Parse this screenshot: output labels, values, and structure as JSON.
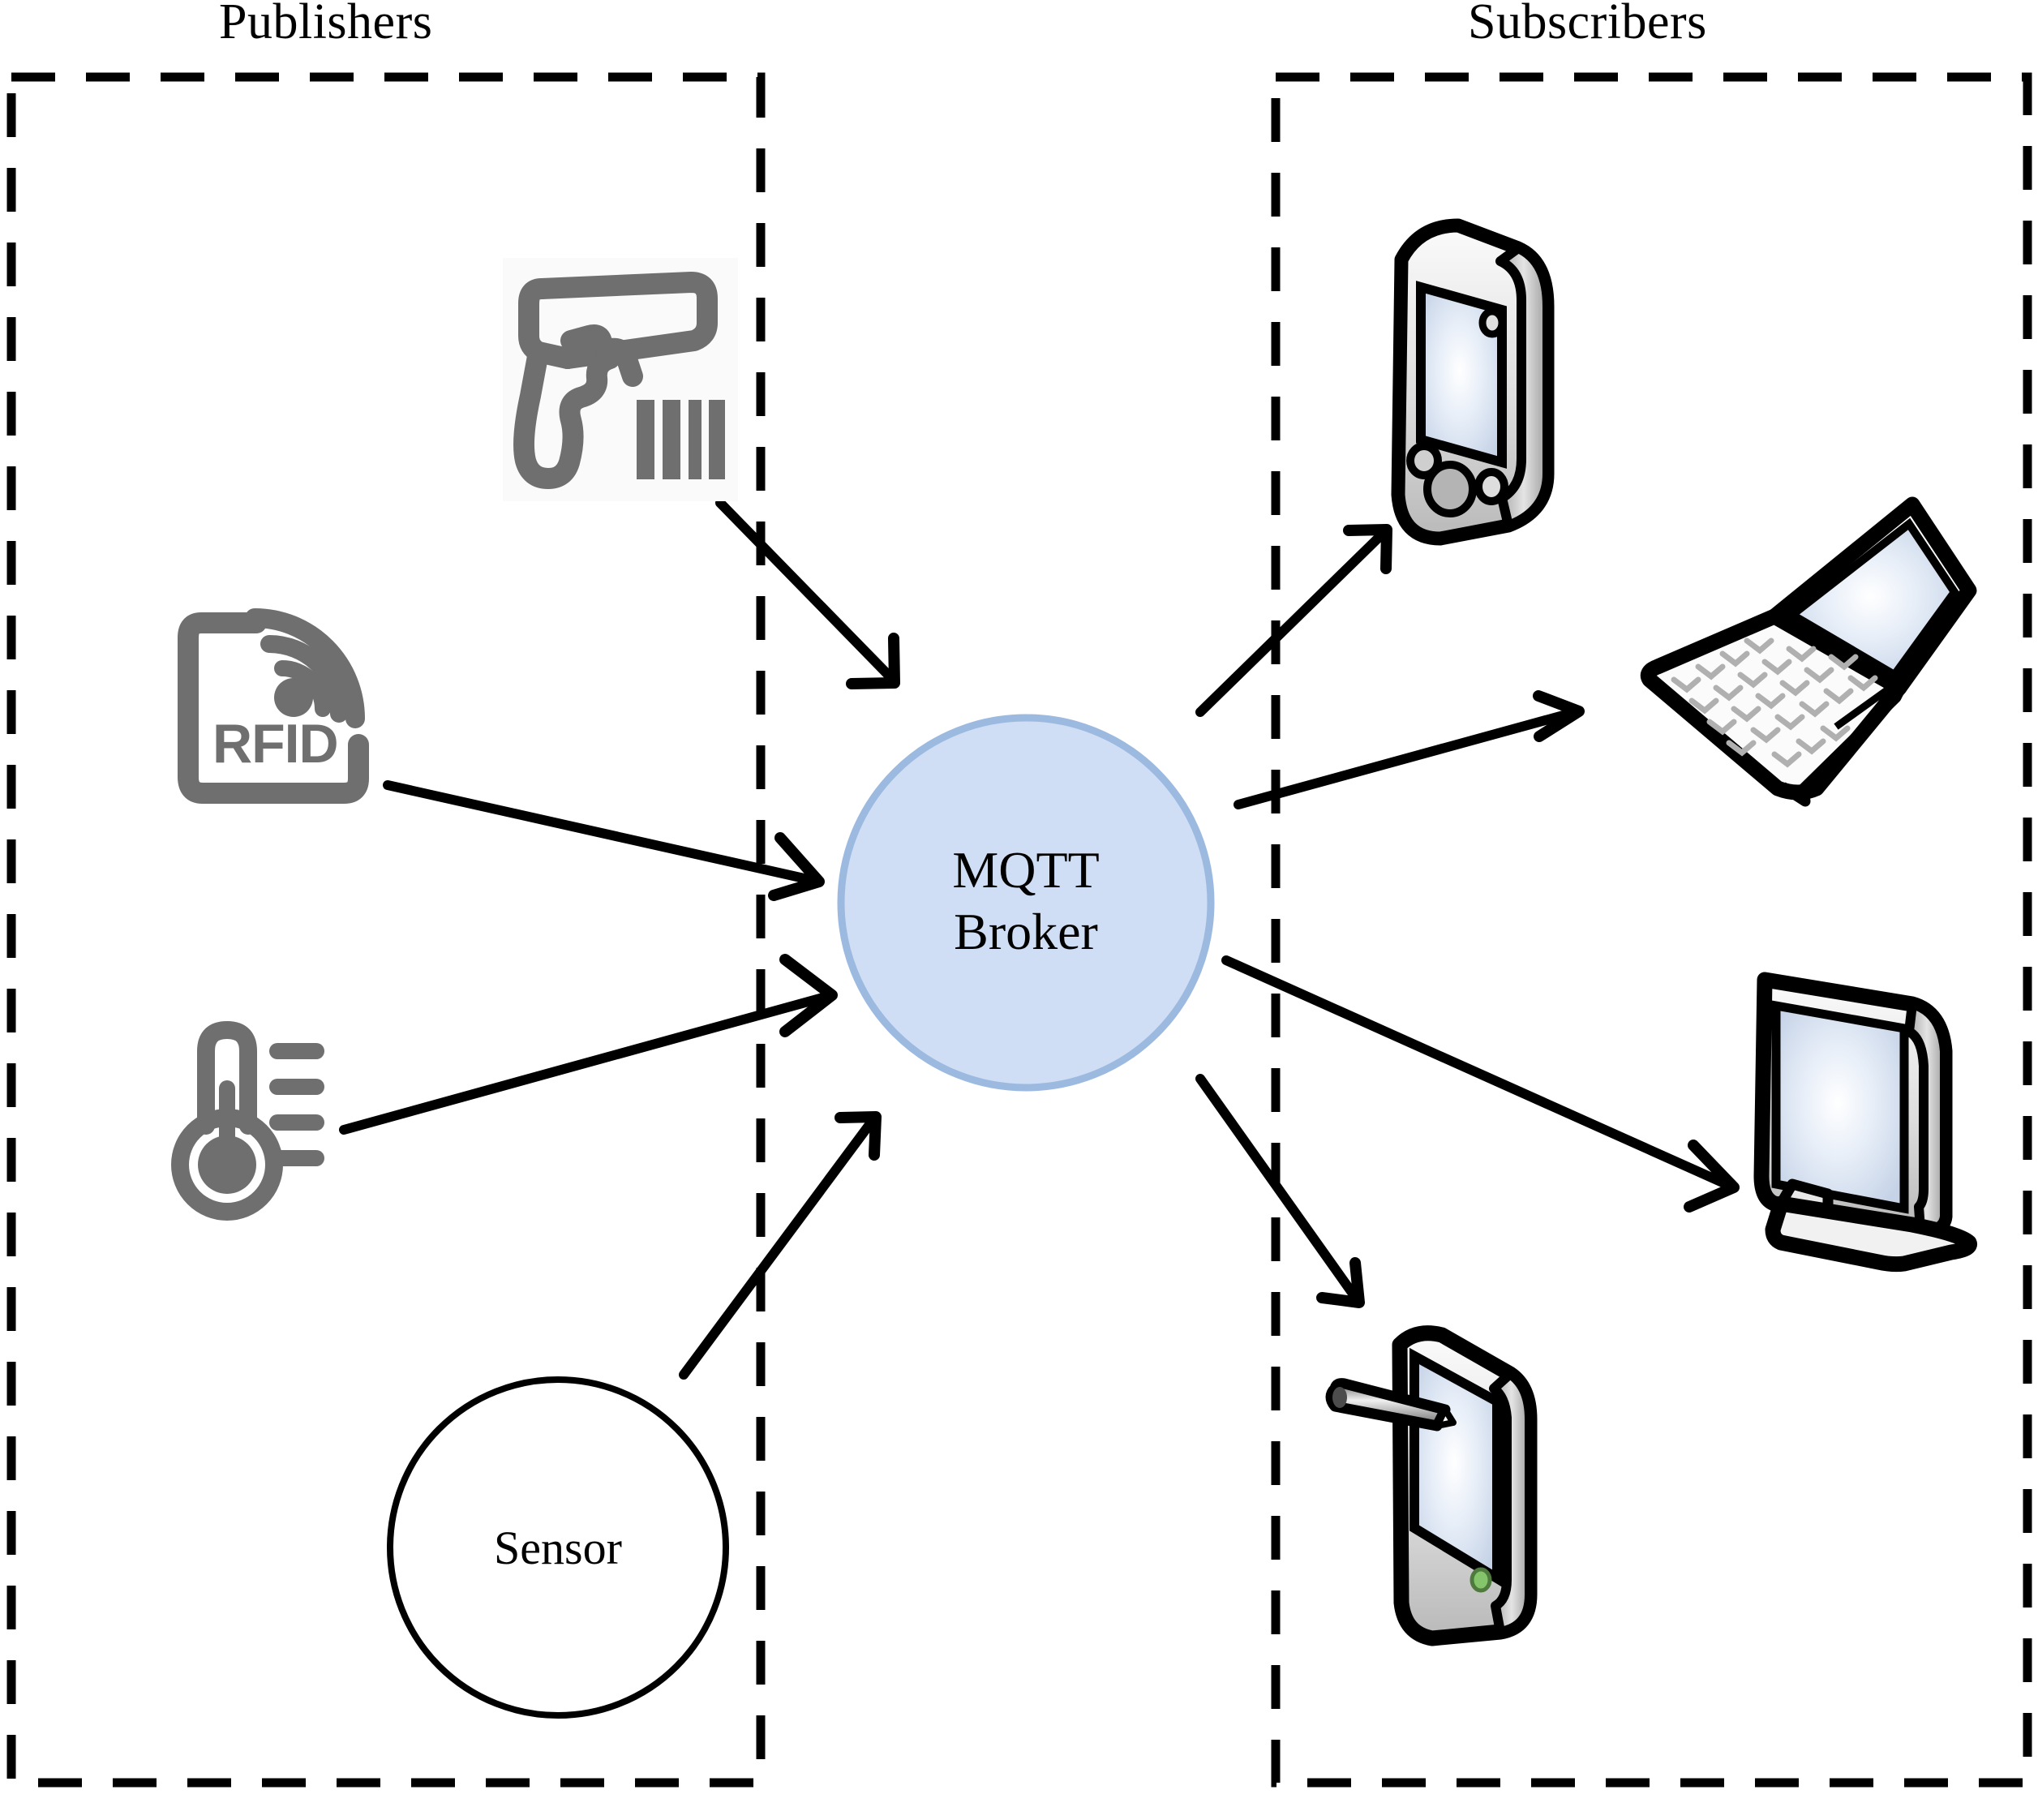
{
  "diagram": {
    "title_left": "Publishers",
    "title_right": "Subscribers",
    "broker": {
      "line1": "MQTT",
      "line2": "Broker",
      "fill": "#cfdef4",
      "stroke": "#9cb9e0"
    },
    "publishers": [
      {
        "id": "barcode-scanner",
        "icon": "barcode-scanner-icon",
        "label": ""
      },
      {
        "id": "rfid-reader",
        "icon": "rfid-icon",
        "label": "RFID"
      },
      {
        "id": "thermometer",
        "icon": "thermometer-icon",
        "label": ""
      },
      {
        "id": "sensor",
        "icon": "sensor-circle",
        "label": "Sensor"
      }
    ],
    "subscribers": [
      {
        "id": "pda",
        "icon": "pda-icon",
        "label": ""
      },
      {
        "id": "laptop",
        "icon": "laptop-icon",
        "label": ""
      },
      {
        "id": "monitor",
        "icon": "monitor-icon",
        "label": ""
      },
      {
        "id": "tablet",
        "icon": "tablet-stylus-icon",
        "label": ""
      }
    ],
    "colors": {
      "icon_gray": "#6f6f6f",
      "line_black": "#000000",
      "screen_blue": "#ccd8ea",
      "device_silver": "#d9d9d9"
    },
    "flows": [
      {
        "from": "barcode-scanner",
        "to": "broker"
      },
      {
        "from": "rfid-reader",
        "to": "broker"
      },
      {
        "from": "thermometer",
        "to": "broker"
      },
      {
        "from": "sensor",
        "to": "broker"
      },
      {
        "from": "broker",
        "to": "pda"
      },
      {
        "from": "broker",
        "to": "laptop"
      },
      {
        "from": "broker",
        "to": "monitor"
      },
      {
        "from": "broker",
        "to": "tablet"
      }
    ]
  }
}
